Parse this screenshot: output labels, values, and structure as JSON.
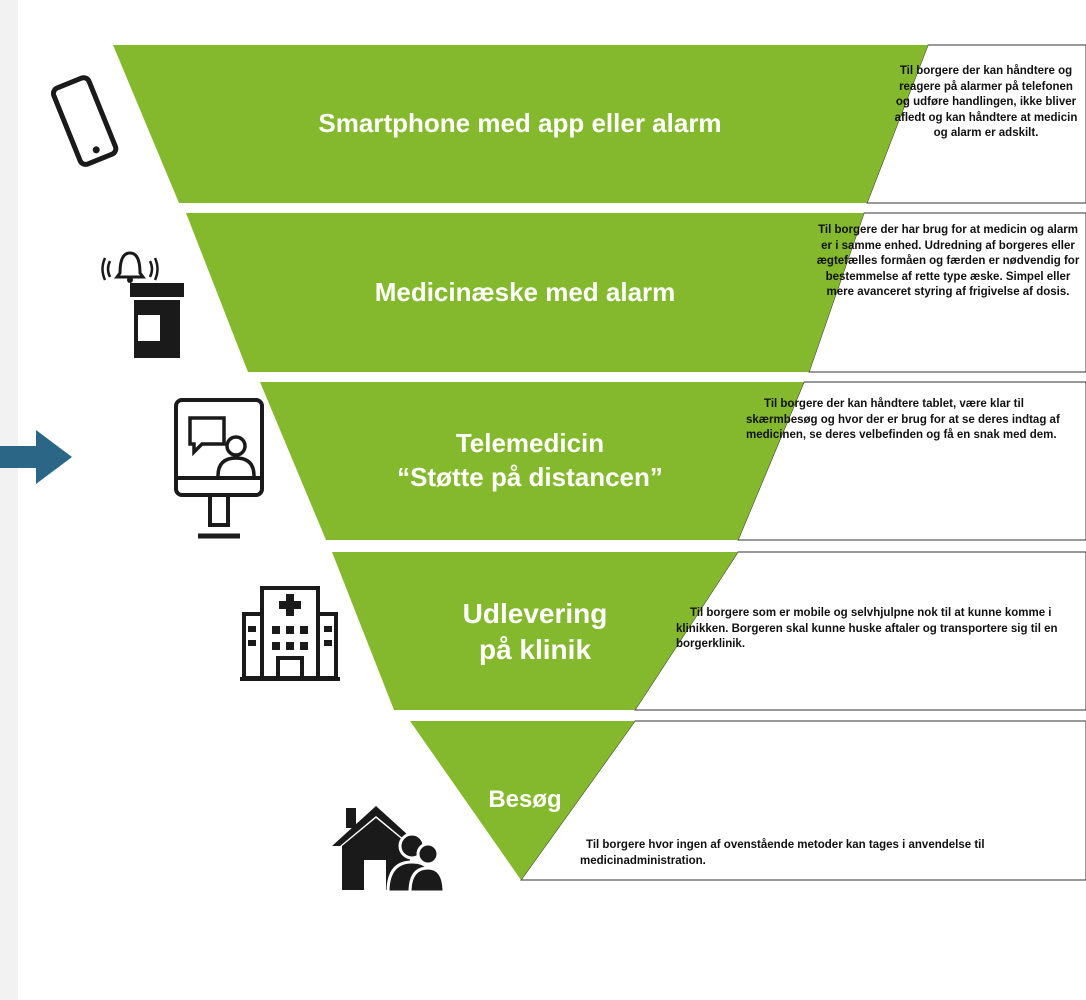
{
  "colors": {
    "green": "#85b92d",
    "arrow": "#2c6687",
    "icon": "#1a1a1a"
  },
  "levels": [
    {
      "title": "Smartphone med app eller alarm",
      "icon": "smartphone-icon",
      "description": "Til borgere der kan håndtere og reagere på alarmer på telefonen og udføre handlingen, ikke bliver afledt og kan håndtere at medicin og alarm er adskilt."
    },
    {
      "title": "Medicinæske med alarm",
      "icon": "pill-box-alarm-icon",
      "description": "Til borgere der har brug for at medicin og alarm er i samme enhed. Udredning af borgeres eller ægtefælles formåen og færden er nødvendig for bestemmelse  af rette type æske. Simpel eller mere avanceret styring af frigivelse af dosis."
    },
    {
      "title_line1": "Telemedicin",
      "title_line2": "“Støtte på distancen”",
      "icon": "video-call-monitor-icon",
      "description": "Til borgere der kan håndtere tablet, være klar til skærmbesøg og hvor der er brug for at se deres indtag af medicinen, se deres velbefinden og få en snak med dem."
    },
    {
      "title_line1": "Udlevering",
      "title_line2": "på klinik",
      "icon": "hospital-building-icon",
      "description": "Til borgere som er mobile og selvhjulpne nok til at kunne komme i klinikken. Borgeren skal kunne huske aftaler og transportere sig til en borgerklinik."
    },
    {
      "title": "Besøg",
      "icon": "home-visit-icon",
      "description": "Til borgere hvor ingen af ovenstående metoder kan tages i anvendelse til medicinadministration."
    }
  ],
  "arrow": {
    "icon": "arrow-right-icon"
  }
}
